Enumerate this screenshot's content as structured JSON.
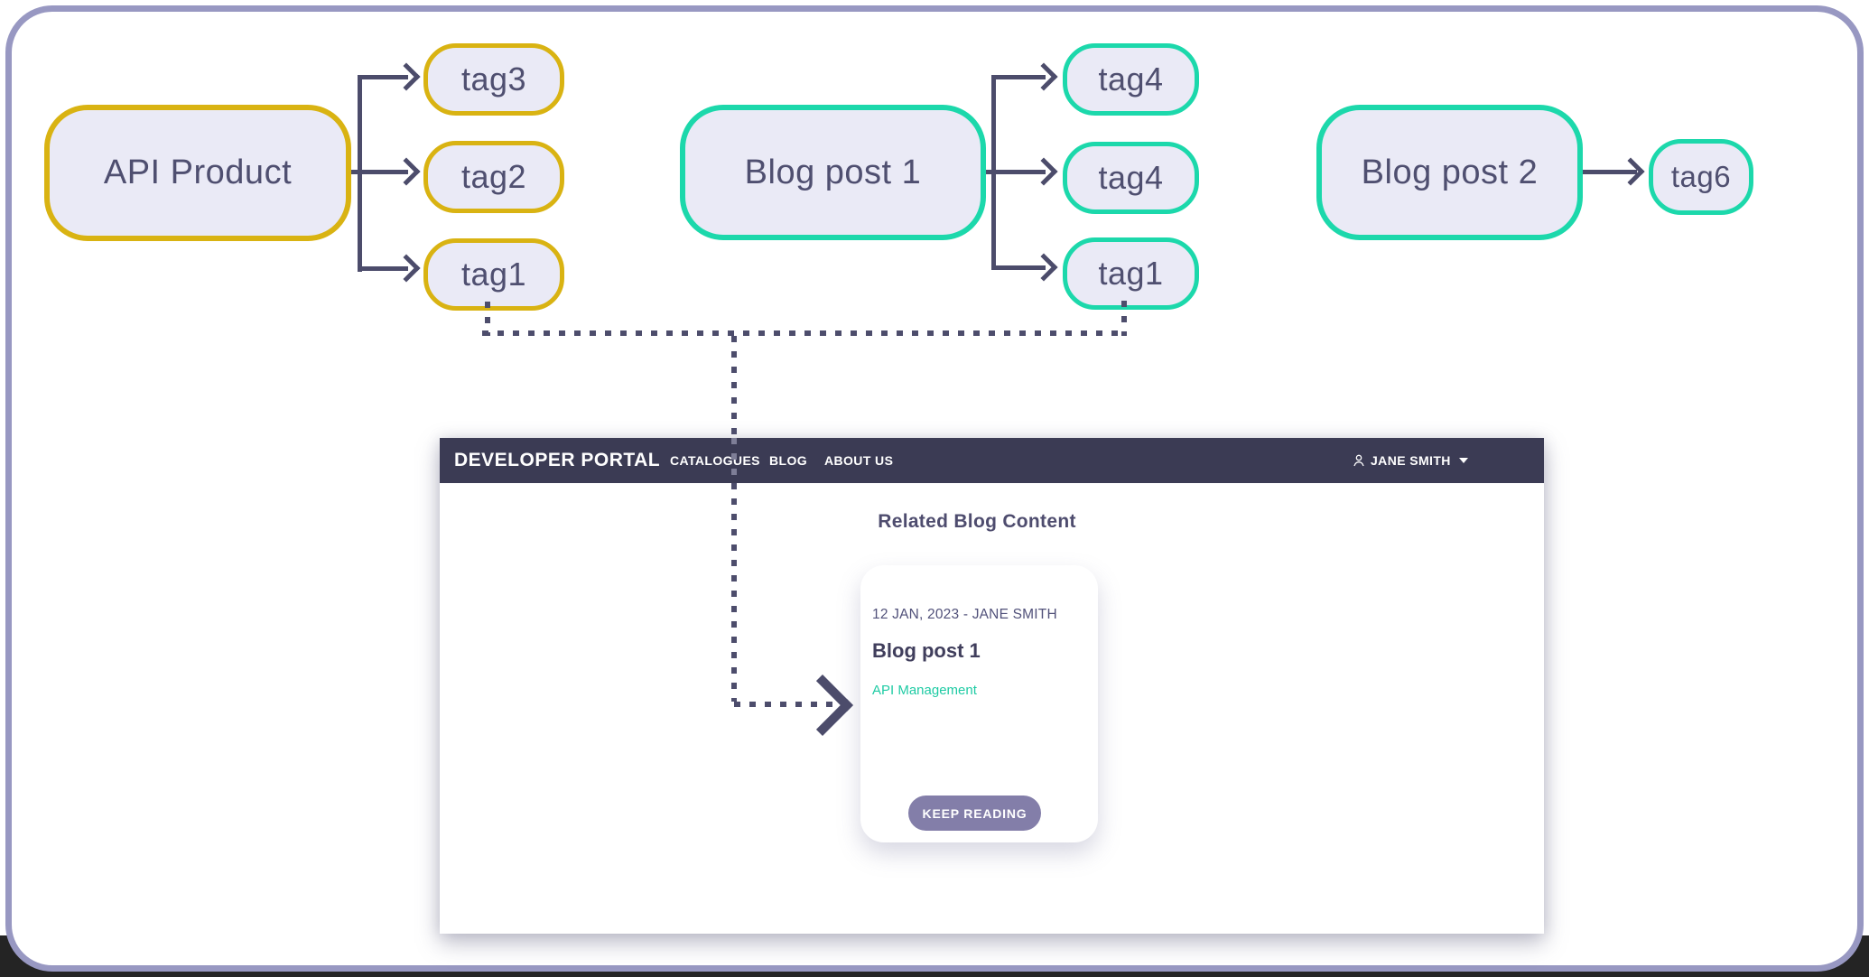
{
  "diagram": {
    "product": {
      "label": "API Product"
    },
    "product_tags": [
      {
        "label": "tag3"
      },
      {
        "label": "tag2"
      },
      {
        "label": "tag1"
      }
    ],
    "blog1": {
      "label": "Blog post 1"
    },
    "blog1_tags": [
      {
        "label": "tag4"
      },
      {
        "label": "tag4"
      },
      {
        "label": "tag1"
      }
    ],
    "blog2": {
      "label": "Blog post 2"
    },
    "blog2_tags": [
      {
        "label": "tag6"
      }
    ]
  },
  "portal": {
    "brand": "DEVELOPER PORTAL",
    "nav": [
      {
        "label": "CATALOGUES"
      },
      {
        "label": "BLOG"
      },
      {
        "label": "ABOUT US"
      }
    ],
    "user": {
      "name": "JANE SMITH"
    },
    "section_title": "Related Blog Content",
    "card": {
      "meta": "12 JAN, 2023 - JANE SMITH",
      "title": "Blog post 1",
      "tag": "API Management",
      "button": "KEEP READING"
    }
  },
  "colors": {
    "gold": "#D9B312",
    "teal": "#1CD8AB",
    "slate": "#4C4C6B",
    "fill": "#EAEAF6",
    "header": "#3B3B54",
    "button": "#837EA9",
    "link": "#1FCBA4",
    "frame": "#9898C2",
    "dot": "#4D4D6C",
    "dotlight": "#7E7E97"
  }
}
